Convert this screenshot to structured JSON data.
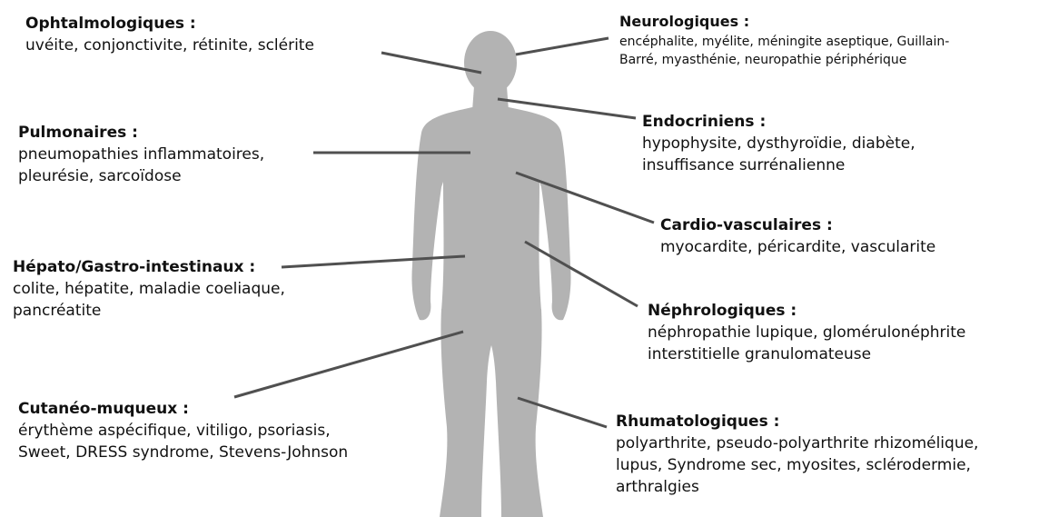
{
  "colors": {
    "body_fill": "#b3b3b3",
    "leader_line": "#505050",
    "text": "#111111"
  },
  "sections": {
    "ophtalmo": {
      "title": "Ophtalmologiques :",
      "lines": [
        "uvéite, conjonctivite, rétinite, sclérite"
      ]
    },
    "neuro": {
      "title": "Neurologiques :",
      "lines": [
        "encéphalite, myélite, méningite aseptique, Guillain-",
        "Barré, myasthénie, neuropathie périphérique"
      ]
    },
    "pulmo": {
      "title": "Pulmonaires :",
      "lines": [
        "pneumopathies inflammatoires,",
        "pleurésie, sarcoïdose"
      ]
    },
    "endo": {
      "title": "Endocriniens :",
      "lines": [
        "hypophysite, dysthyroïdie, diabète,",
        "insuffisance surrénalienne"
      ]
    },
    "cardio": {
      "title": "Cardio-vasculaires :",
      "lines": [
        "myocardite, péricardite, vascularite"
      ]
    },
    "hepato": {
      "title": "Hépato/Gastro-intestinaux :",
      "lines": [
        "colite, hépatite, maladie coeliaque,",
        "pancréatite"
      ]
    },
    "nephro": {
      "title": "Néphrologiques :",
      "lines": [
        "néphropathie lupique, glomérulonéphrite",
        "interstitielle granulomateuse"
      ]
    },
    "cutaneo": {
      "title": "Cutanéo-muqueux :",
      "lines": [
        "érythème aspécifique, vitiligo, psoriasis,",
        "Sweet, DRESS syndrome, Stevens-Johnson"
      ]
    },
    "rhumato": {
      "title": "Rhumatologiques :",
      "lines": [
        "polyarthrite, pseudo-polyarthrite rhizomélique,",
        "lupus, Syndrome sec, myosites, sclérodermie,",
        "arthralgies"
      ]
    }
  }
}
